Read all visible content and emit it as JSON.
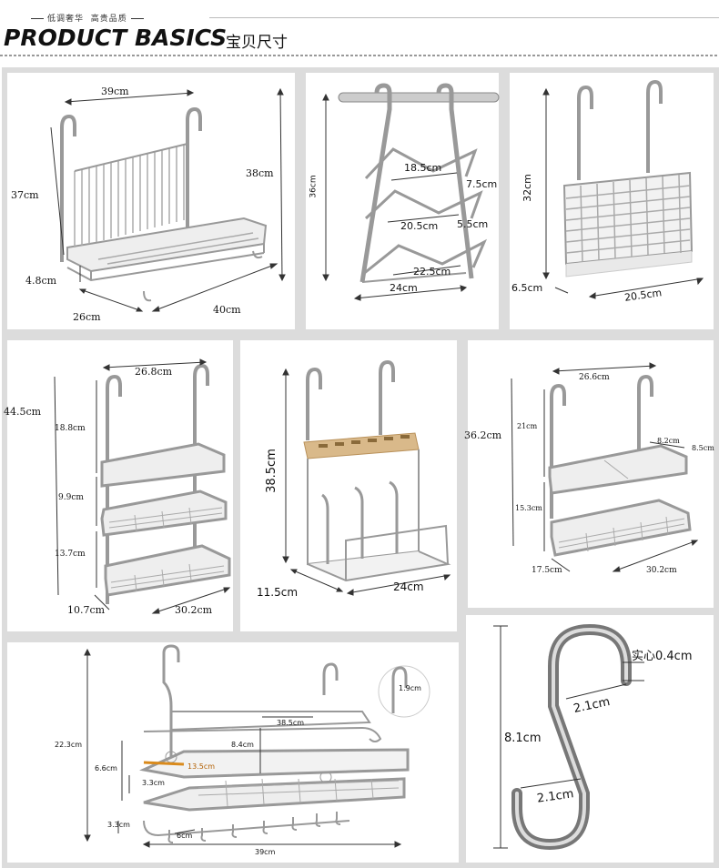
{
  "header": {
    "tagline_left": "低调奢华",
    "tagline_right": "高贵品质",
    "title": "PRODUCT BASICS",
    "title_cn": "宝贝尺寸"
  },
  "panels": {
    "dish_rack": {
      "width_top": "39cm",
      "height_left": "37cm",
      "height_right": "38cm",
      "base_h": "4.8cm",
      "depth": "26cm",
      "length": "40cm"
    },
    "lid_rack": {
      "height": "36cm",
      "top_w": "18.5cm",
      "top_gap": "7.5cm",
      "mid_w": "20.5cm",
      "mid_gap": "5.5cm",
      "bot_w": "22.5cm",
      "base_w": "24cm"
    },
    "utensil_holder": {
      "height": "32cm",
      "depth": "6.5cm",
      "width": "20.5cm"
    },
    "three_tier": {
      "width": "26.8cm",
      "total_h": "44.5cm",
      "h1": "18.8cm",
      "h2": "9.9cm",
      "h3": "13.7cm",
      "depth": "10.7cm",
      "length": "30.2cm"
    },
    "knife_block": {
      "height": "38.5cm",
      "depth": "11.5cm",
      "width": "24cm"
    },
    "two_tier": {
      "width": "26.6cm",
      "total_h": "36.2cm",
      "h1": "21cm",
      "h2": "15.3cm",
      "d1": "8.2cm",
      "d2": "8.5cm",
      "depth": "17.5cm",
      "length": "30.2cm"
    },
    "hook_rack": {
      "height": "22.3cm",
      "top_w": "38.5cm",
      "h_mid": "8.4cm",
      "h_shelf": "6.6cm",
      "tray": "13.5cm",
      "h_tray": "3.3cm",
      "h_hooks": "3.3cm",
      "hook_gap": "6cm",
      "width": "39cm",
      "hook_detail": "1.9cm"
    },
    "s_hook": {
      "solid": "实心0.4cm",
      "top_w": "2.1cm",
      "height": "8.1cm",
      "bot_w": "2.1cm"
    }
  },
  "colors": {
    "panel_border": "#dcdcdc",
    "steel": "#9a9a9a",
    "highlight": "#d98a1c"
  }
}
